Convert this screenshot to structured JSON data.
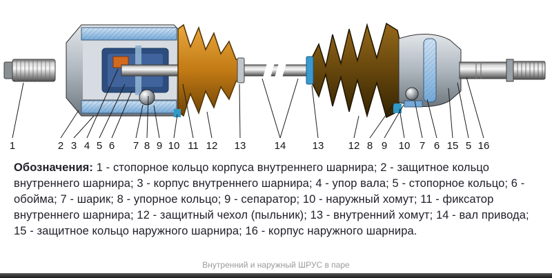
{
  "caption": "Внутренний и наружный ШРУС в паре",
  "legend": {
    "title": "Обозначения:",
    "body": " 1 - стопорное кольцо корпуса внутреннего шарнира; 2 - защитное кольцо внутреннего шарнира; 3 - корпус внутреннего шарнира; 4 - упор вала; 5 - стопорное кольцо; 6 - обойма; 7 - шарик; 8 - упорное кольцо; 9 - сепаратор; 10 - наружный хомут; 11 - фиксатор внутреннего шарнира; 12 - защитный чехол (пыльник); 13 - внутренний хомут; 14 - вал привода; 15 - защитное кольцо наружного шарнира; 16 - корпус наружного шарнира."
  },
  "callouts": {
    "labels": [
      "1",
      "2",
      "3",
      "4",
      "5",
      "6",
      "7",
      "8",
      "9",
      "10",
      "11",
      "12",
      "13",
      "14",
      "13",
      "12",
      "8",
      "9",
      "10",
      "7",
      "6",
      "15",
      "5",
      "16"
    ]
  },
  "colors": {
    "inner_boot_orange": "#c27a14",
    "outer_boot_brown": "#5a3e08",
    "housing_blue": "#9dc3e6",
    "clamp_teal": "#2e9bc8"
  }
}
